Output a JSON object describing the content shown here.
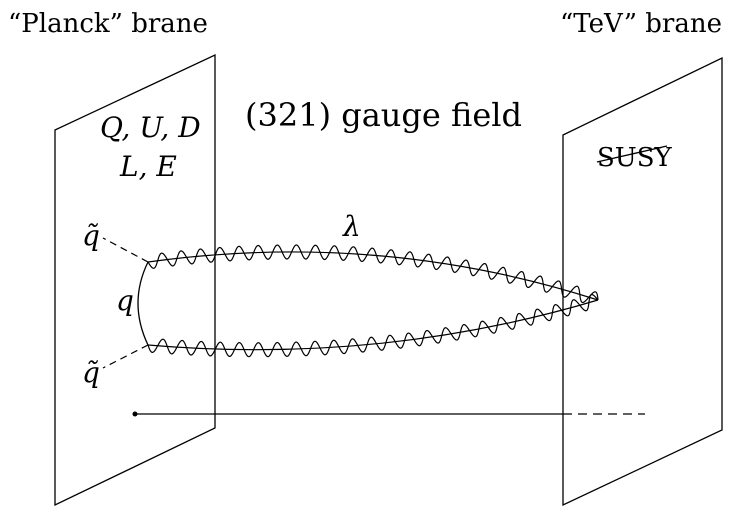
{
  "labels": {
    "planck_brane": "“Planck” brane",
    "tev_brane": "“TeV” brane",
    "gauge_field": "(321) gauge field",
    "matter_line1": "Q, U, D",
    "matter_line2": "L, E",
    "susy": "SUSY",
    "lambda": "λ",
    "q": "q",
    "q_tilde": "q̃"
  },
  "colors": {
    "ink": "#000000",
    "background": "#ffffff"
  }
}
